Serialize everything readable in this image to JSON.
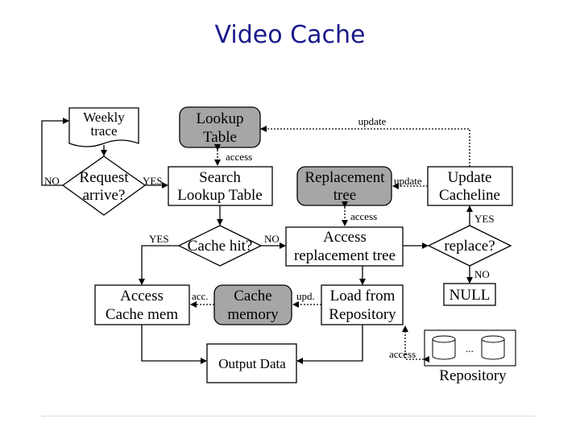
{
  "title": "Video Cache",
  "nodes": {
    "weekly_trace": [
      "Weekly",
      "trace"
    ],
    "lookup_table": [
      "Lookup",
      "Table"
    ],
    "request_arrive": [
      "Request",
      "arrive?"
    ],
    "search_lookup_table": [
      "Search",
      "Lookup Table"
    ],
    "replacement_tree": [
      "Replacement",
      "tree"
    ],
    "update_cacheline": [
      "Update",
      "Cacheline"
    ],
    "cache_hit": "Cache hit?",
    "access_replacement_tree": [
      "Access",
      "replacement tree"
    ],
    "replace": "replace?",
    "access_cache_mem": [
      "Access",
      "Cache mem"
    ],
    "cache_memory": [
      "Cache",
      "memory"
    ],
    "load_from_repository": [
      "Load from",
      "Repository"
    ],
    "null": "NULL",
    "output_data": "Output Data",
    "repository": "Repository",
    "repository_dots": "..."
  },
  "edge_labels": {
    "update_top": "update",
    "access_lookup": "access",
    "no_request": "NO",
    "yes_request": "YES",
    "update_tree": "update",
    "access_tree": "access",
    "yes_replace": "YES",
    "yes_hit": "YES",
    "no_hit": "NO",
    "no_replace": "NO",
    "acc": "acc.",
    "upd": "upd.",
    "access_repo": "access"
  },
  "colors": {
    "title": "#1a1a8c",
    "shaded_node": "#a6a6a6",
    "stroke": "#000000"
  }
}
